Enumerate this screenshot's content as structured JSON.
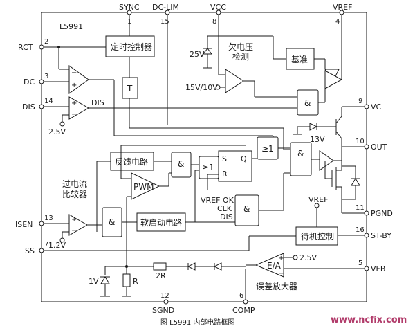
{
  "chip": {
    "name": "L5991"
  },
  "pins": {
    "sync": {
      "name": "SYNC",
      "num": "1"
    },
    "dclim": {
      "name": "DC-LIM",
      "num": "15"
    },
    "vcc": {
      "name": "VCC",
      "num": "8"
    },
    "vref": {
      "name": "VREF",
      "num": "4"
    },
    "rct": {
      "name": "RCT",
      "num": "2"
    },
    "dc": {
      "name": "DC",
      "num": "3"
    },
    "dis": {
      "name": "DIS",
      "num": "14"
    },
    "vc": {
      "name": "VC",
      "num": "9"
    },
    "out": {
      "name": "OUT",
      "num": "10"
    },
    "pgnd": {
      "name": "PGND",
      "num": "11"
    },
    "isen": {
      "name": "ISEN",
      "num": "13"
    },
    "ss": {
      "name": "SS",
      "num": "7"
    },
    "stby": {
      "name": "ST-BY",
      "num": "16"
    },
    "vfb": {
      "name": "VFB",
      "num": "5"
    },
    "sgnd": {
      "name": "SGND",
      "num": "12"
    },
    "comp": {
      "name": "COMP",
      "num": "6"
    }
  },
  "blocks": {
    "timer": "定时控制器",
    "uvlo": "欠电压\n检测",
    "ref": "基准",
    "t": "T",
    "feedback": "反馈电路",
    "pwm": "PWM",
    "softstart": "软启动电路",
    "standby": "待机控制",
    "ocp": "过电流\n比较器",
    "ea": "E/A",
    "ea_label": "误差放大器"
  },
  "labels": {
    "v25": "25V",
    "uvlo_th": "15V/10V",
    "v25_dis": "2.5V",
    "dis_out": "DIS",
    "v13": "13V",
    "sr_s": "S",
    "sr_r": "R",
    "sr_q": "Q",
    "or": "≥1",
    "and": "&",
    "vrefok": "VREF OK",
    "clk": "CLK",
    "dis_in": "DIS",
    "v12": "1.2V",
    "vref_stby": "VREF",
    "v25_ea": "2.5V",
    "r2": "2R",
    "r1": "R",
    "v1": "1V",
    "plus": "+",
    "minus": "−"
  },
  "caption": "图 L5991 内部电路框图",
  "watermark": "www.ncfix.com"
}
